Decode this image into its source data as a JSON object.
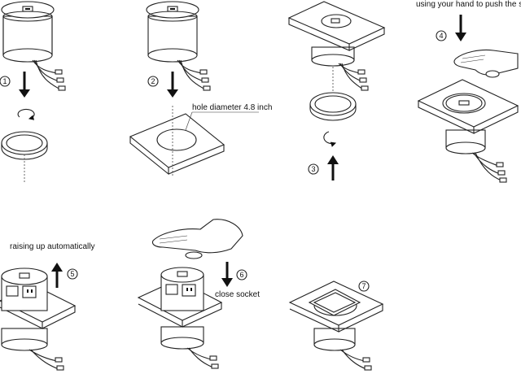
{
  "steps": [
    {
      "number": "1"
    },
    {
      "number": "2",
      "caption": "hole diameter 4.8 inch"
    },
    {
      "number": "3"
    },
    {
      "number": "4",
      "caption": "using your hand to push the surface"
    },
    {
      "number": "5",
      "caption": "raising up automatically"
    },
    {
      "number": "6",
      "caption": "close socket"
    },
    {
      "number": "7"
    }
  ]
}
